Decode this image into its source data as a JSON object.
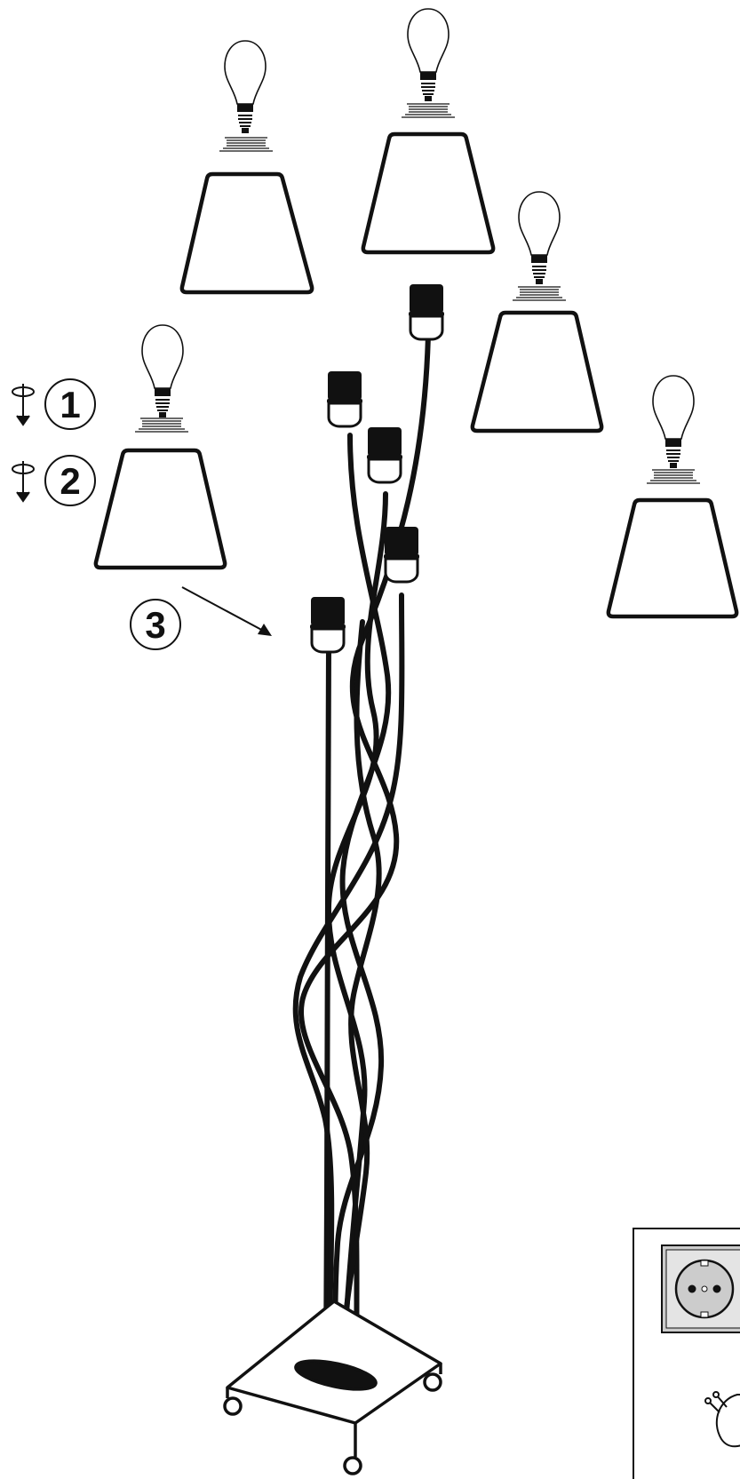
{
  "steps": [
    {
      "number": "1",
      "icon": "rotate-clockwise-down-icon"
    },
    {
      "number": "2",
      "icon": "rotate-counterclockwise-down-icon"
    },
    {
      "number": "3",
      "icon": "arrow-diagonal-icon"
    }
  ],
  "colors": {
    "stroke": "#111111",
    "background": "#ffffff",
    "socket_panel": "#cccccc"
  }
}
